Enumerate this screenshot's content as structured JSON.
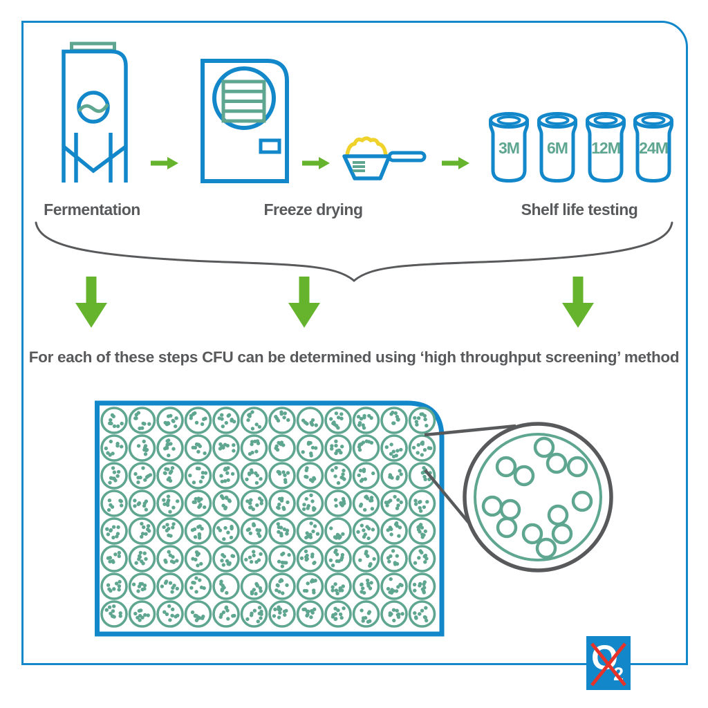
{
  "colors": {
    "blue": "#1287C9",
    "teal": "#5FA690",
    "green": "#66B32E",
    "yellow": "#EFD22B",
    "gray": "#58595B",
    "red": "#E5332A"
  },
  "steps": [
    {
      "id": "fermentation",
      "label": "Fermentation"
    },
    {
      "id": "freeze-drying",
      "label": "Freeze drying"
    },
    {
      "id": "shelf-life-testing",
      "label": "Shelf life testing"
    }
  ],
  "shelf_life_cans": [
    {
      "label": "3M"
    },
    {
      "label": "6M"
    },
    {
      "label": "12M"
    },
    {
      "label": "24M"
    }
  ],
  "caption": "For each of these steps CFU can be determined using ‘high throughput screening’ method",
  "plate": {
    "rows": 8,
    "cols": 12,
    "dots_per_well_min": 8,
    "dots_per_well_max": 10
  },
  "magnifier": {
    "colonies": [
      [
        9,
        -72
      ],
      [
        27,
        -49
      ],
      [
        57,
        -44
      ],
      [
        -46,
        -44
      ],
      [
        -20,
        -31
      ],
      [
        -66,
        13
      ],
      [
        -40,
        18
      ],
      [
        64,
        6
      ],
      [
        29,
        26
      ],
      [
        -45,
        44
      ],
      [
        -8,
        53
      ],
      [
        35,
        53
      ],
      [
        12,
        74
      ]
    ]
  },
  "logo": {
    "main": "O",
    "sub": "2"
  }
}
